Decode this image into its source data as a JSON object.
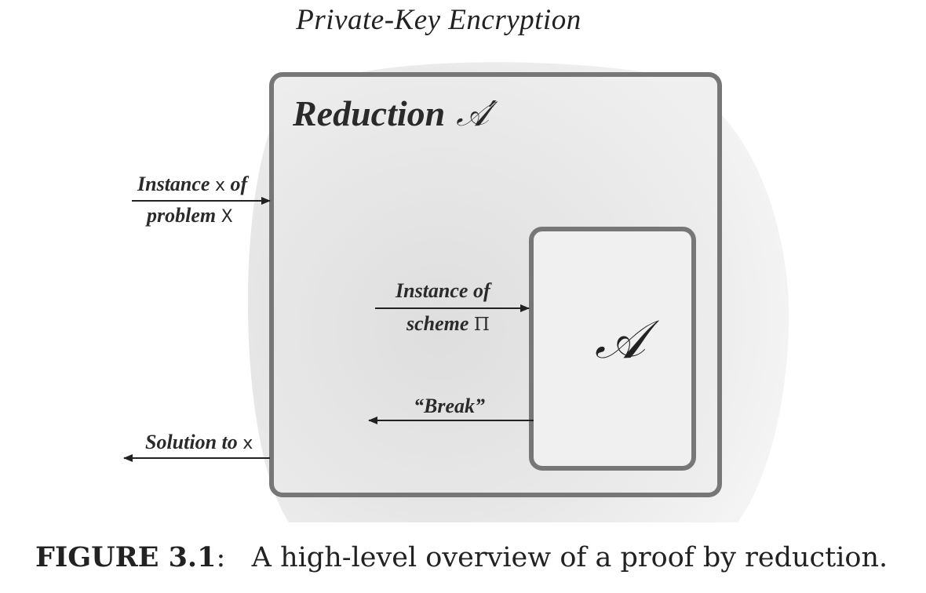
{
  "header": {
    "title": "Private-Key Encryption"
  },
  "reduction_box": {
    "label_word": "Reduction",
    "label_symbol": "𝒜′"
  },
  "adversary_box": {
    "symbol": "𝒜"
  },
  "arrows": {
    "instance_in": {
      "line1_pre": "Instance",
      "line1_sym": "x",
      "line1_post": "of",
      "line2_pre": "problem",
      "line2_sym": "X"
    },
    "scheme_in": {
      "line1": "Instance of",
      "line2_pre": "scheme",
      "line2_sym": "Π"
    },
    "break_out": {
      "label": "“Break”"
    },
    "solution_out": {
      "label_pre": "Solution to",
      "label_sym": "x"
    }
  },
  "caption": {
    "figure_label": "FIGURE 3.1",
    "separator": ":",
    "text": "A high-level overview of a proof by reduction."
  },
  "colors": {
    "box_stroke": "#777777",
    "outer_fill": "#e9e9e9",
    "inner_fill": "#f0f0f0",
    "text": "#222222"
  }
}
